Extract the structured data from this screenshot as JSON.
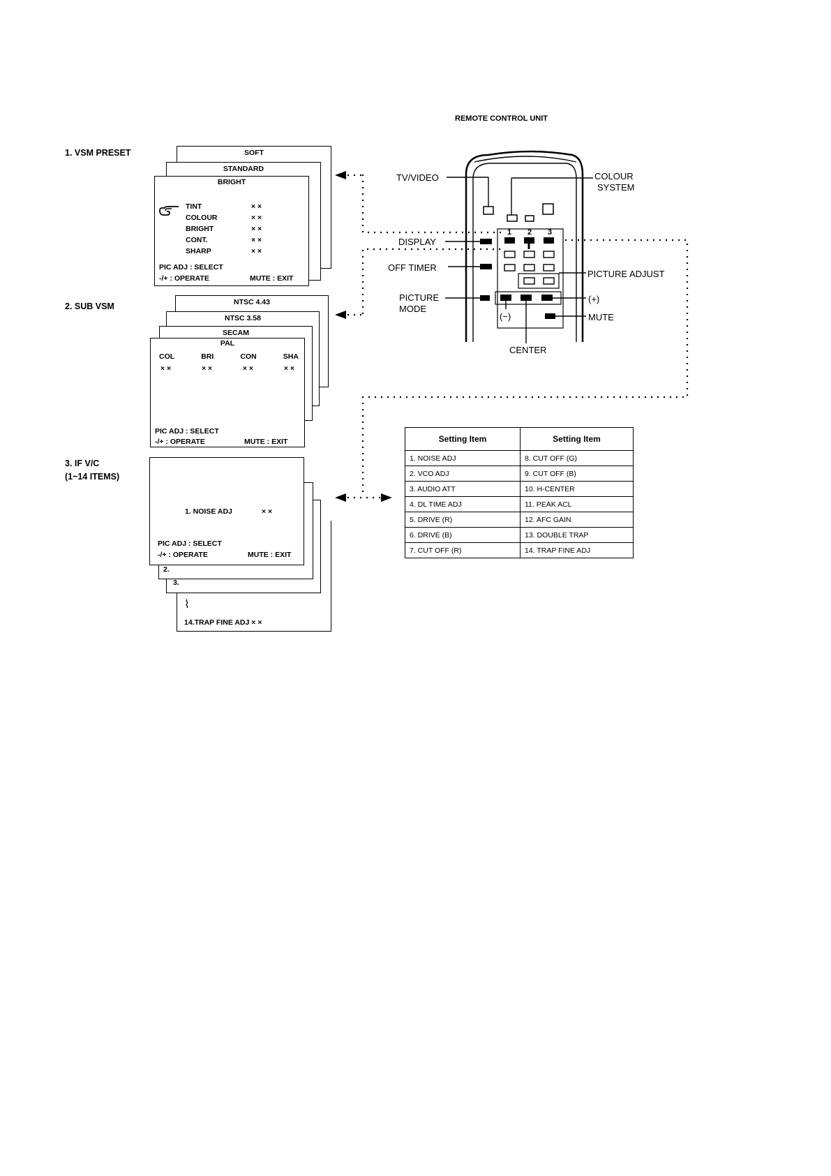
{
  "remote": {
    "title": "REMOTE CONTROL UNIT",
    "labels": {
      "tv_video": "TV/VIDEO",
      "colour": "COLOUR",
      "system": "SYSTEM",
      "display": "DISPLAY",
      "off_timer": "OFF TIMER",
      "picture_adjust": "PICTURE ADJUST",
      "picture": "PICTURE",
      "mode": "MODE",
      "plus": "(+)",
      "minus": "(−)",
      "mute": "MUTE",
      "center": "CENTER",
      "key1": "1",
      "key2": "2",
      "key3": "3"
    }
  },
  "vsm_preset": {
    "label": "1. VSM PRESET",
    "screens": [
      "SOFT",
      "STANDARD",
      "BRIGHT"
    ],
    "items": [
      {
        "name": "TINT",
        "value": "× ×"
      },
      {
        "name": "COLOUR",
        "value": "× ×"
      },
      {
        "name": "BRIGHT",
        "value": "× ×"
      },
      {
        "name": "CONT.",
        "value": "× ×"
      },
      {
        "name": "SHARP",
        "value": "× ×"
      }
    ],
    "footer1": "PIC ADJ : SELECT",
    "footer2_left": "-/+ : OPERATE",
    "footer2_right": "MUTE : EXIT"
  },
  "sub_vsm": {
    "label": "2. SUB VSM",
    "screens": [
      "NTSC 4.43",
      "NTSC 3.58",
      "SECAM",
      "PAL"
    ],
    "columns": [
      "COL",
      "BRI",
      "CON",
      "SHA"
    ],
    "values": [
      "× ×",
      "× ×",
      "× ×",
      "× ×"
    ],
    "footer1": "PIC ADJ : SELECT",
    "footer2_left": "-/+ : OPERATE",
    "footer2_right": "MUTE : EXIT"
  },
  "if_vc": {
    "label": "3. IF V/C",
    "sublabel": "(1~14 ITEMS)",
    "item": "1. NOISE ADJ",
    "item_value": "× ×",
    "footer1": "PIC ADJ : SELECT",
    "footer2_left": "-/+ : OPERATE",
    "footer2_right": "MUTE : EXIT",
    "stack_items": [
      "2.",
      "3."
    ],
    "ellipsis": "⌇",
    "last_item": "14.TRAP FINE ADJ × ×"
  },
  "settings_table": {
    "headers": [
      "Setting Item",
      "Setting Item"
    ],
    "rows": [
      [
        "1.  NOISE ADJ",
        "8.  CUT OFF (G)"
      ],
      [
        "2.  VCO ADJ",
        "9.  CUT OFF (B)"
      ],
      [
        "3.  AUDIO ATT",
        "10. H-CENTER"
      ],
      [
        "4.  DL TIME ADJ",
        "11. PEAK ACL"
      ],
      [
        "5.  DRIVE (R)",
        "12. AFC GAIN"
      ],
      [
        "6.  DRIVE (B)",
        "13. DOUBLE TRAP"
      ],
      [
        "7.  CUT OFF (R)",
        "14. TRAP FINE ADJ"
      ]
    ]
  }
}
